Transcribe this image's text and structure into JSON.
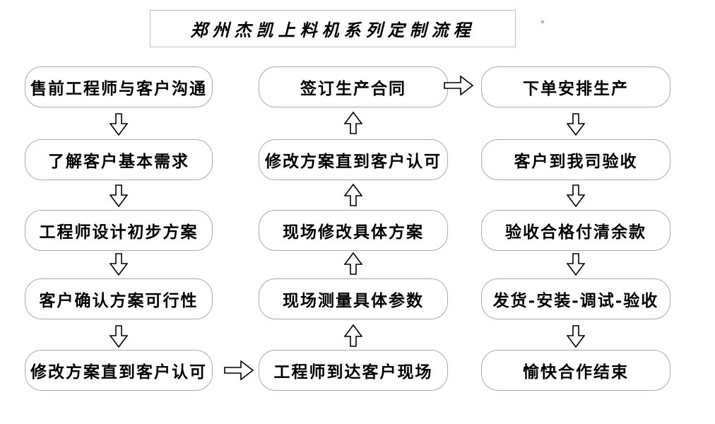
{
  "title": "郑州杰凯上料机系列定制流程",
  "columns": {
    "left": [
      "售前工程师与客户沟通",
      "了解客户基本需求",
      "工程师设计初步方案",
      "客户确认方案可行性",
      "修改方案直到客户认可"
    ],
    "middle": [
      "签订生产合同",
      "修改方案直到客户认可",
      "现场修改具体方案",
      "现场测量具体参数",
      "工程师到达客户现场"
    ],
    "right": [
      "下单安排生产",
      "客户到我司验收",
      "验收合格付清余款",
      "发货-安装-调试-验收",
      "愉快合作结束"
    ]
  },
  "icons": {
    "down_arrow": "hollow block arrow pointing down",
    "up_arrow": "hollow block arrow pointing up",
    "right_arrow": "hollow block arrow pointing right"
  },
  "colors": {
    "background": "#ffffff",
    "box_border": "#ababab",
    "title_border": "#c0c0c0",
    "text": "#000000",
    "arrow_outline": "#000000",
    "arrow_fill": "#ffffff"
  }
}
